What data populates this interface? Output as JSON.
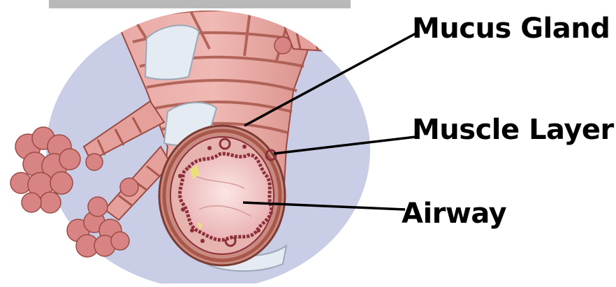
{
  "labels": {
    "mucus_gland": "Mucus Gland",
    "muscle_layer": "Muscle Layer",
    "airway": "Airway"
  },
  "colors": {
    "background_disc": "#c9cde6",
    "bronchus_tissue": "#e8a7a4",
    "muscle_band": "#a8574a",
    "cartilage": "#e4ebf2",
    "airway_lumen": "#f2c6c4",
    "alveoli": "#d98484",
    "gland": "#8c2f3a",
    "leader_line": "#000000",
    "top_bar": "#b9b9b9"
  }
}
